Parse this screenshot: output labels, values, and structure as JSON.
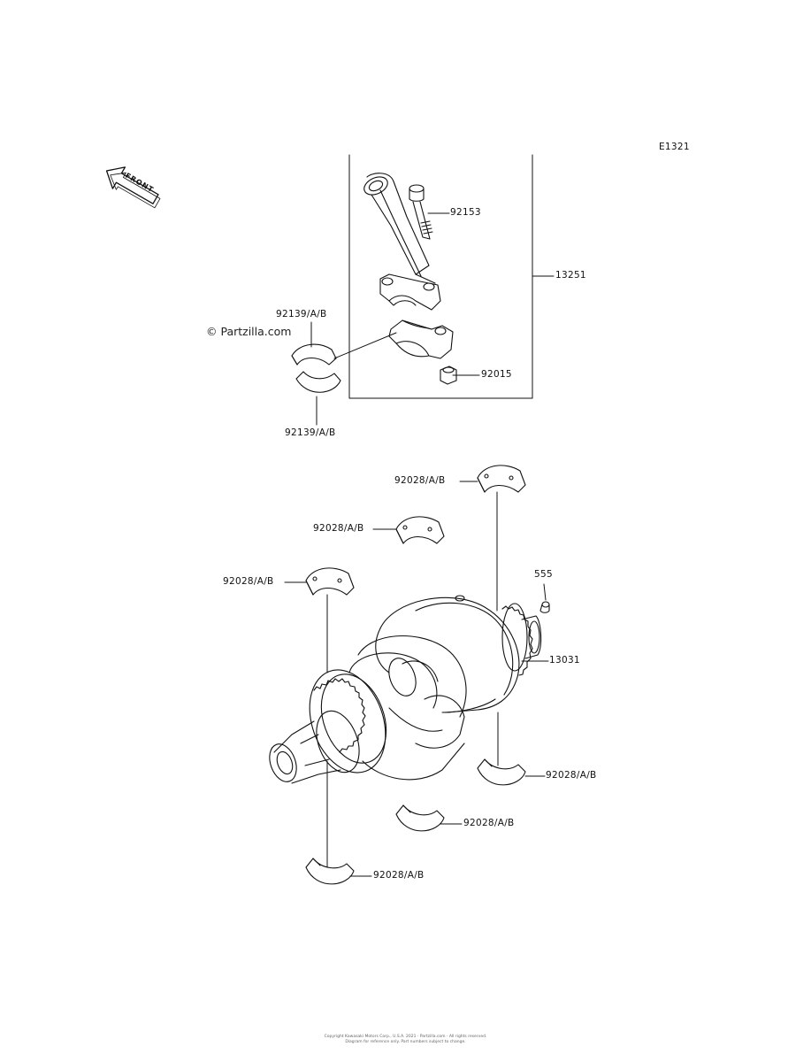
{
  "diagram_code": "E1321",
  "watermark": "© Partzilla.com",
  "front_arrow": "FRONT",
  "labels": {
    "conrod_assy": "13251",
    "conrod_bolt": "92153",
    "conrod_nut": "92015",
    "conrod_bearing_upper": "92139/A/B",
    "conrod_bearing_lower": "92139/A/B",
    "main_bearing_1": "92028/A/B",
    "main_bearing_2": "92028/A/B",
    "main_bearing_3": "92028/A/B",
    "pin": "555",
    "crankshaft": "13031",
    "main_bearing_4": "92028/A/B",
    "main_bearing_5": "92028/A/B",
    "main_bearing_6": "92028/A/B"
  },
  "footer": {
    "line1": "Copyright Kawasaki Motors Corp., U.S.A. 2021 · Partzilla.com · All rights reserved.",
    "line2": "Diagram for reference only. Part numbers subject to change."
  }
}
